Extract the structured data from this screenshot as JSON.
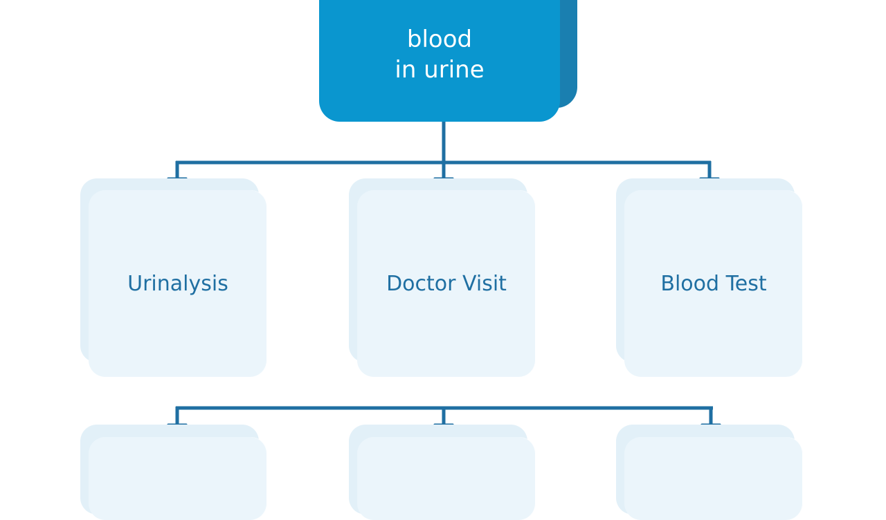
{
  "diagram": {
    "root": {
      "lines": [
        "blood",
        "in urine"
      ]
    },
    "row1": [
      {
        "label": "Urinalysis"
      },
      {
        "label": "Doctor Visit"
      },
      {
        "label": "Blood Test"
      }
    ],
    "row2": [
      {
        "label": ""
      },
      {
        "label": ""
      },
      {
        "label": ""
      }
    ]
  },
  "colors": {
    "root_fill": "#0a96cf",
    "root_shadow": "#1a7fb0",
    "card_fill": "#ebf5fb",
    "card_shadow": "#e2f0f8",
    "connector": "#1f6fa2",
    "label_text": "#1f6fa2"
  }
}
